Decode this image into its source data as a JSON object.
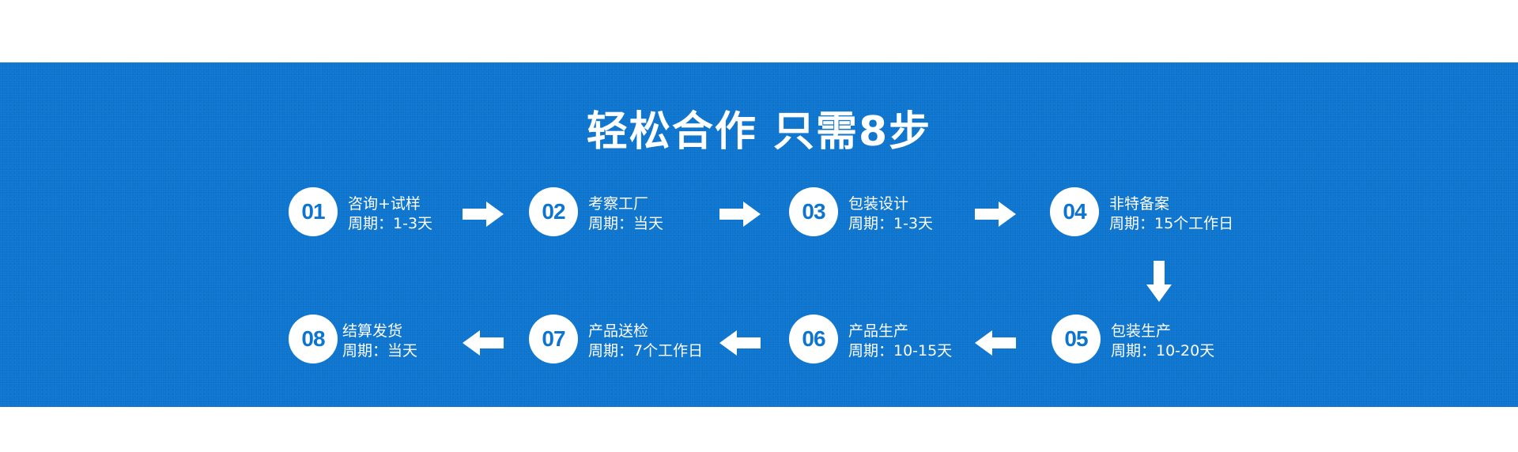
{
  "title": "轻松合作 只需8步",
  "colors": {
    "band": "#0d75cf",
    "text": "#ffffff",
    "number": "#0d75cf"
  },
  "steps": [
    {
      "number": "01",
      "name": "咨询+试样",
      "period": "周期：1-3天"
    },
    {
      "number": "02",
      "name": "考察工厂",
      "period": "周期：当天"
    },
    {
      "number": "03",
      "name": "包装设计",
      "period": "周期：1-3天"
    },
    {
      "number": "04",
      "name": "非特备案",
      "period": "周期：15个工作日"
    },
    {
      "number": "05",
      "name": "包装生产",
      "period": "周期：10-20天"
    },
    {
      "number": "06",
      "name": "产品生产",
      "period": "周期：10-15天"
    },
    {
      "number": "07",
      "name": "产品送检",
      "period": "周期：7个工作日"
    },
    {
      "number": "08",
      "name": "结算发货",
      "period": "周期：当天"
    }
  ],
  "arrows": [
    "arrow-right-icon",
    "arrow-right-icon",
    "arrow-right-icon",
    "arrow-down-icon",
    "arrow-left-icon",
    "arrow-left-icon",
    "arrow-left-icon"
  ]
}
